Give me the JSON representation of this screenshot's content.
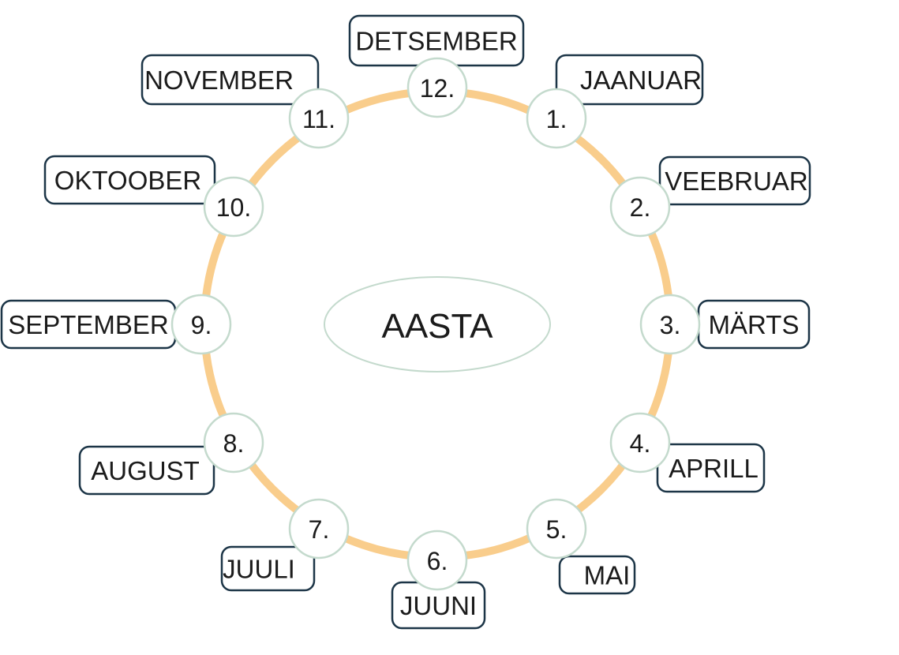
{
  "colors": {
    "ring": "#f9cd8c",
    "node_fill": "#ffffff",
    "node_stroke": "#c4dacd",
    "label_stroke": "#1c3547",
    "text": "#1b1b1b",
    "center_stroke": "#c4dacd"
  },
  "center": {
    "label": "AASTA"
  },
  "months": [
    {
      "num": "1.",
      "name": "JAANUAR"
    },
    {
      "num": "2.",
      "name": "VEEBRUAR"
    },
    {
      "num": "3.",
      "name": "MÄRTS"
    },
    {
      "num": "4.",
      "name": "APRILL"
    },
    {
      "num": "5.",
      "name": "MAI"
    },
    {
      "num": "6.",
      "name": "JUUNI"
    },
    {
      "num": "7.",
      "name": "JUULI"
    },
    {
      "num": "8.",
      "name": "AUGUST"
    },
    {
      "num": "9.",
      "name": "SEPTEMBER"
    },
    {
      "num": "10.",
      "name": "OKTOOBER"
    },
    {
      "num": "11.",
      "name": "NOVEMBER"
    },
    {
      "num": "12.",
      "name": "DETSEMBER"
    }
  ]
}
